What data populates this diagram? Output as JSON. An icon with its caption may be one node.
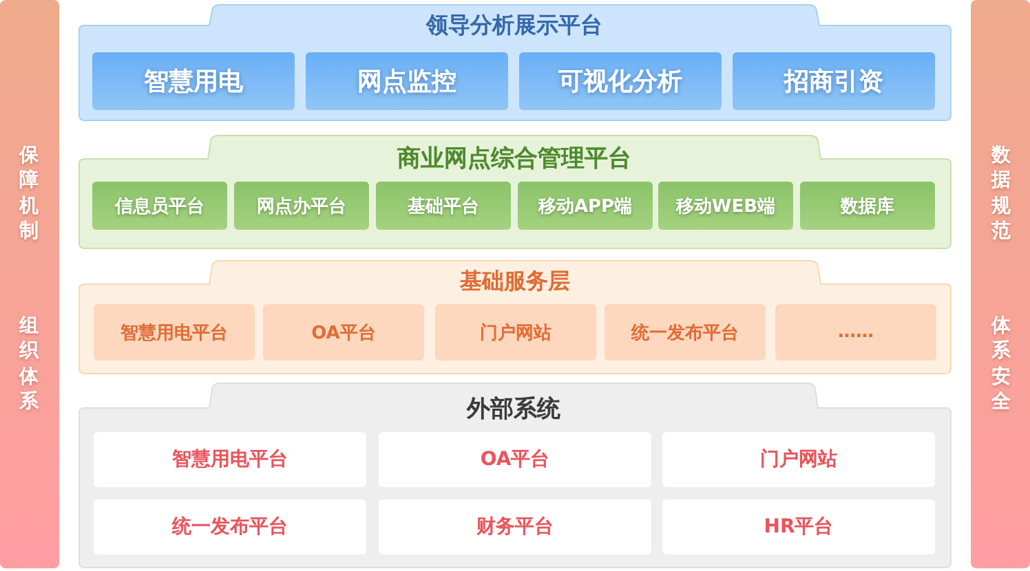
{
  "diagram": {
    "nodes": [
      {
        "text": [
          "保障机制",
          "组织体系"
        ]
      },
      {
        "text": [
          "领导分析展示平台"
        ]
      },
      {
        "text": [
          "智慧用电"
        ],
        "in": 1
      },
      {
        "text": [
          "网点监控"
        ],
        "in": 1
      },
      {
        "text": [
          "可视化分析"
        ],
        "in": 1
      },
      {
        "text": [
          "招商引资"
        ],
        "in": 1
      },
      {
        "text": [
          "商业网点综合管理平台"
        ]
      },
      {
        "text": [
          "信息员平台"
        ],
        "in": 6
      },
      {
        "text": [
          "网点办平台"
        ],
        "in": 6
      },
      {
        "text": [
          "基础平台"
        ],
        "in": 6
      },
      {
        "text": [
          "移动APP端"
        ],
        "in": 6
      },
      {
        "text": [
          "移动WEB端"
        ],
        "in": 6
      },
      {
        "text": [
          "数据库"
        ],
        "in": 6
      },
      {
        "text": [
          "基础服务层"
        ]
      },
      {
        "text": [
          "智慧用电平台"
        ],
        "in": 13
      },
      {
        "text": [
          "OA平台"
        ],
        "in": 13
      },
      {
        "text": [
          "门户网站"
        ],
        "in": 13
      },
      {
        "text": [
          "统一发布平台"
        ],
        "in": 13
      },
      {
        "text": [
          "……"
        ],
        "in": 13
      },
      {
        "text": [
          "外部系统"
        ]
      },
      {
        "text": [
          "智慧用电平台"
        ],
        "in": 19
      },
      {
        "text": [
          "OA平台"
        ],
        "in": 19
      },
      {
        "text": [
          "门户网站"
        ],
        "in": 19
      },
      {
        "text": [
          "统一发布平台"
        ],
        "in": 19
      },
      {
        "text": [
          "财务平台"
        ],
        "in": 19
      },
      {
        "text": [
          "HR平台"
        ],
        "in": 19
      },
      {
        "text": [
          "数据规范",
          "体系安全"
        ]
      }
    ]
  }
}
